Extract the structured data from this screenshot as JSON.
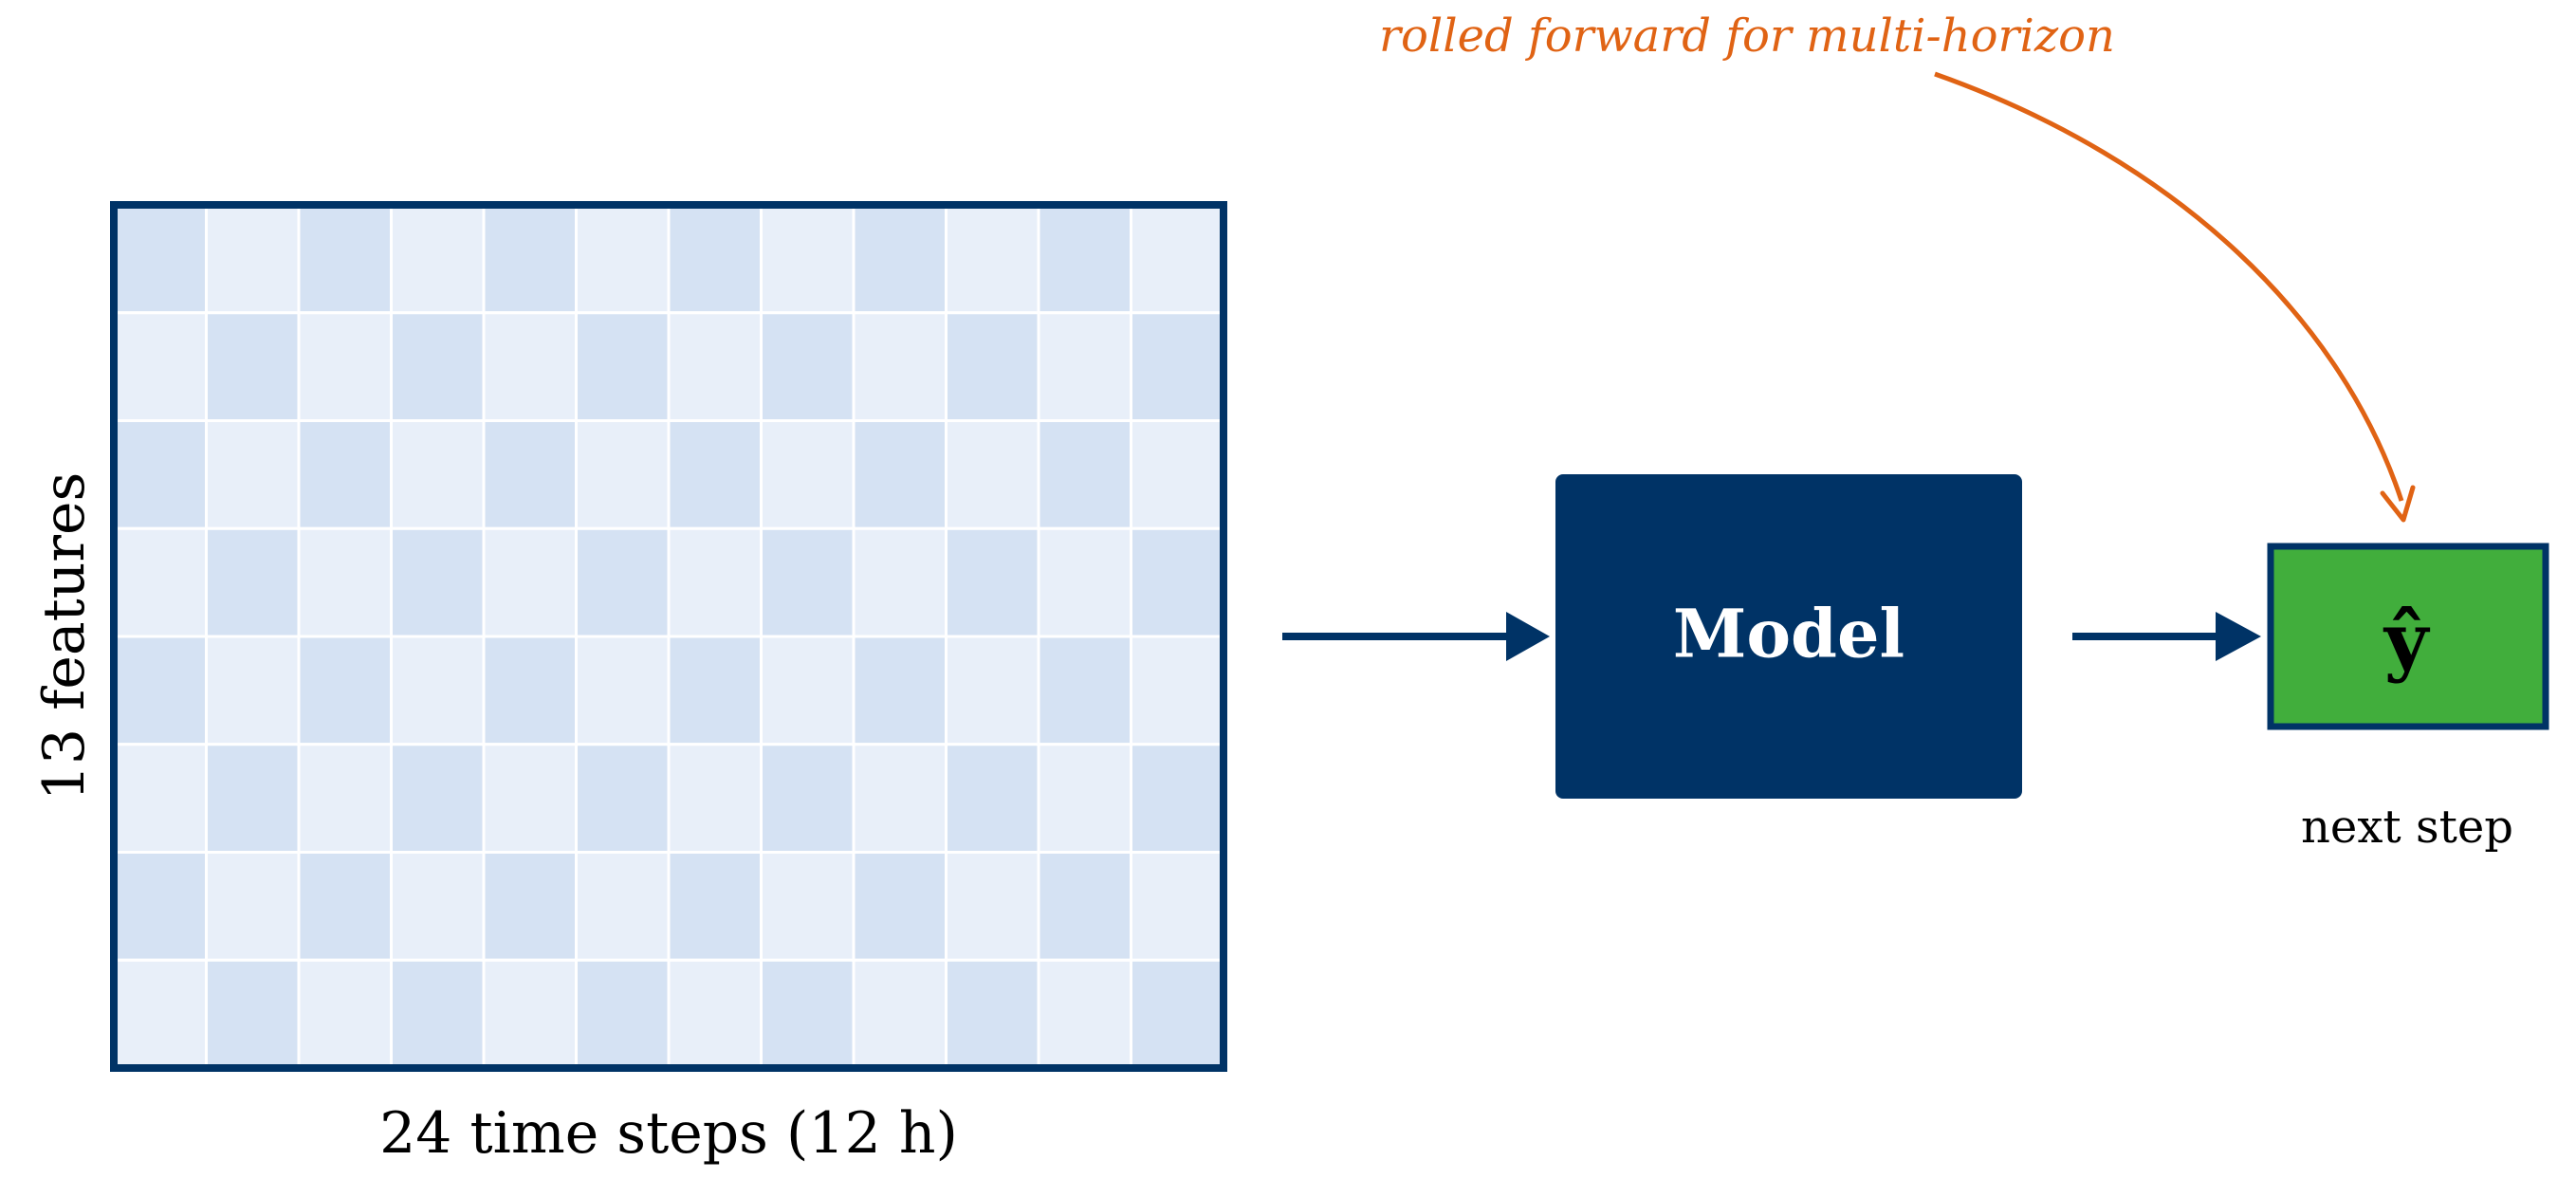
{
  "diagram": {
    "input_matrix": {
      "feature_label": "13 features",
      "time_label": "24 time steps (12 h)",
      "cell_color_dark": "#d5e2f3",
      "cell_color_light": "#e8eff9",
      "border_color": "#003366"
    },
    "model": {
      "label": "Model",
      "fill_color": "#003366"
    },
    "output": {
      "symbol": "ŷ",
      "caption": "next step",
      "fill_color": "#41ae3c",
      "border_color": "#003366"
    },
    "annotation": {
      "text": "rolled forward for multi-horizon",
      "color": "#e06314"
    },
    "arrow_color": "#003366"
  }
}
